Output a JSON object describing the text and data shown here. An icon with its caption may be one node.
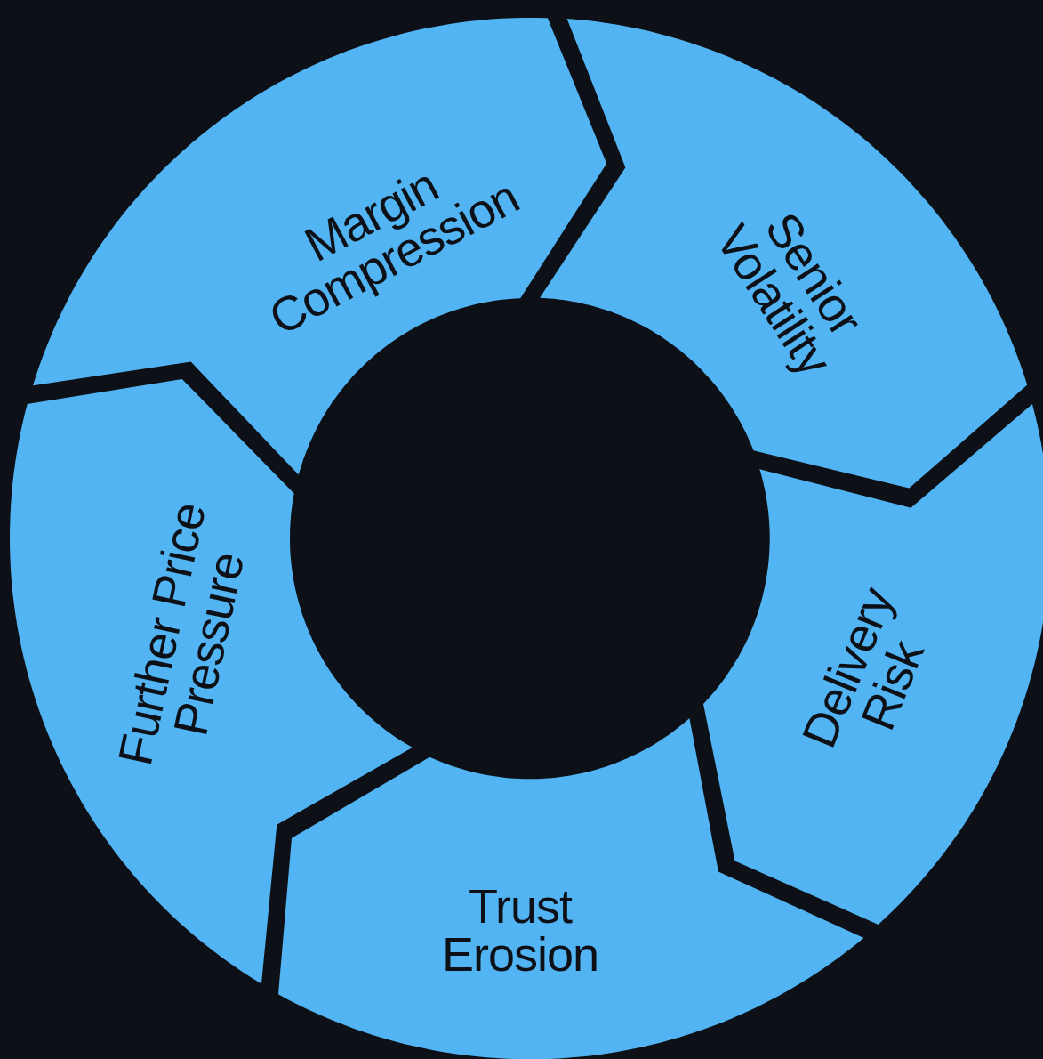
{
  "diagram": {
    "nodes": [
      {
        "text": [
          "Margin Compression"
        ]
      },
      {
        "text": [
          "Senior Volatility"
        ]
      },
      {
        "text": [
          "Delivery Risk"
        ]
      },
      {
        "text": [
          "Trust Erosion"
        ]
      },
      {
        "text": [
          "Further Price Pressure"
        ]
      }
    ]
  }
}
